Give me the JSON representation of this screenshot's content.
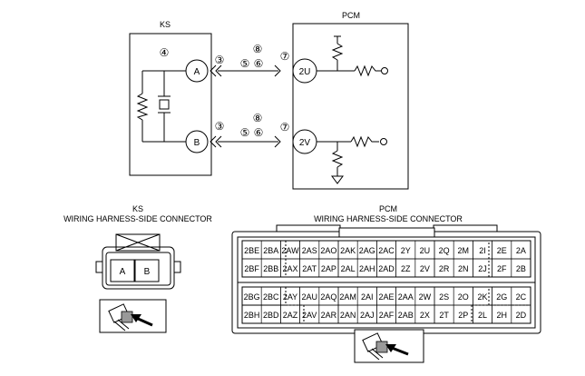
{
  "schematic": {
    "ks_title": "KS",
    "pcm_title": "PCM",
    "pin_a": "A",
    "pin_b": "B",
    "pin_2u": "2U",
    "pin_2v": "2V",
    "circ_4": "④",
    "circ_3": "③",
    "circ_5": "⑤",
    "circ_6": "⑥",
    "circ_7": "⑦",
    "circ_8": "⑧"
  },
  "ks_connector": {
    "title_line1": "KS",
    "title_line2": "WIRING HARNESS-SIDE CONNECTOR",
    "pin_a": "A",
    "pin_b": "B"
  },
  "pcm_connector": {
    "title_line1": "PCM",
    "title_line2": "WIRING HARNESS-SIDE CONNECTOR",
    "upper_rows": [
      [
        "2BE",
        "2BA",
        "2AW",
        "2AS",
        "2AO",
        "2AK",
        "2AG",
        "2AC",
        "2Y",
        "2U",
        "2Q",
        "2M",
        "2I",
        "2E",
        "2A"
      ],
      [
        "2BF",
        "2BB",
        "2AX",
        "2AT",
        "2AP",
        "2AL",
        "2AH",
        "2AD",
        "2Z",
        "2V",
        "2R",
        "2N",
        "2J",
        "2F",
        "2B"
      ]
    ],
    "lower_rows": [
      [
        "2BG",
        "2BC",
        "2AY",
        "2AU",
        "2AQ",
        "2AM",
        "2AI",
        "2AE",
        "2AA",
        "2W",
        "2S",
        "2O",
        "2K",
        "2G",
        "2C"
      ],
      [
        "2BH",
        "2BD",
        "2AZ",
        "2AV",
        "2AR",
        "2AN",
        "2AJ",
        "2AF",
        "2AB",
        "2X",
        "2T",
        "2P",
        "2L",
        "2H",
        "2D"
      ]
    ]
  }
}
